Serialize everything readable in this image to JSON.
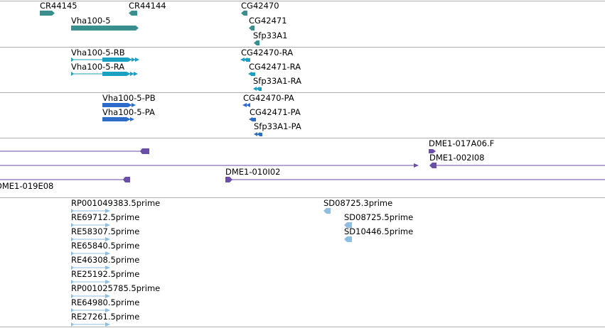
{
  "colors": {
    "gene": "#3b8e8e",
    "transcript": "#1aa0c0",
    "protein": "#2d6cc8",
    "clone": "#6a4ea8",
    "est": "#8fbfe0",
    "separator": "#b0b0b0"
  },
  "gene_track": {
    "labels": [
      "CR44145",
      "CR44144",
      "Vha100-5",
      "CG42470",
      "CG42471",
      "Sfp33A1"
    ]
  },
  "transcript_track": {
    "labels": [
      "Vha100-5-RB",
      "Vha100-5-RA",
      "CG42470-RA",
      "CG42471-RA",
      "Sfp33A1-RA"
    ]
  },
  "protein_track": {
    "labels": [
      "Vha100-5-PB",
      "Vha100-5-PA",
      "CG42470-PA",
      "CG42471-PA",
      "Sfp33A1-PA"
    ]
  },
  "clone_track": {
    "labels": [
      "DME1-017A06.F",
      "DME1-002I08",
      "DME1-010I02",
      "DME1-019E08"
    ]
  },
  "est_track": {
    "labels": [
      "RP001049383.5prime",
      "RE69712.5prime",
      "RE58307.5prime",
      "RE65840.5prime",
      "RE46308.5prime",
      "RE25192.5prime",
      "RP001025785.5prime",
      "RE64980.5prime",
      "RE27261.5prime",
      "SD08725.3prime",
      "SD08725.5prime",
      "SD10446.5prime"
    ]
  }
}
